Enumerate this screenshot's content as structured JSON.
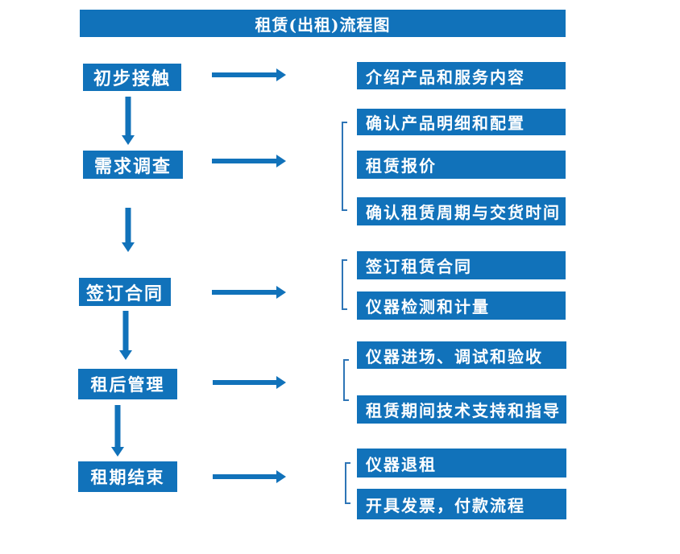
{
  "title": "租赁(出租)流程图",
  "colors": {
    "primary_blue": "#1172BA",
    "bracket_blue": "#2E75B6",
    "text_white": "#FFFFFF",
    "background": "#FFFFFF"
  },
  "stages": [
    {
      "label": "初步接触",
      "details": [
        "介绍产品和服务内容"
      ]
    },
    {
      "label": "需求调查",
      "details": [
        "确认产品明细和配置",
        "租赁报价",
        "确认租赁周期与交货时间"
      ]
    },
    {
      "label": "签订合同",
      "details": [
        "签订租赁合同",
        "仪器检测和计量"
      ]
    },
    {
      "label": "租后管理",
      "details": [
        "仪器进场、调试和验收",
        "租赁期间技术支持和指导"
      ]
    },
    {
      "label": "租期结束",
      "details": [
        "仪器退租",
        "开具发票，付款流程"
      ]
    }
  ]
}
